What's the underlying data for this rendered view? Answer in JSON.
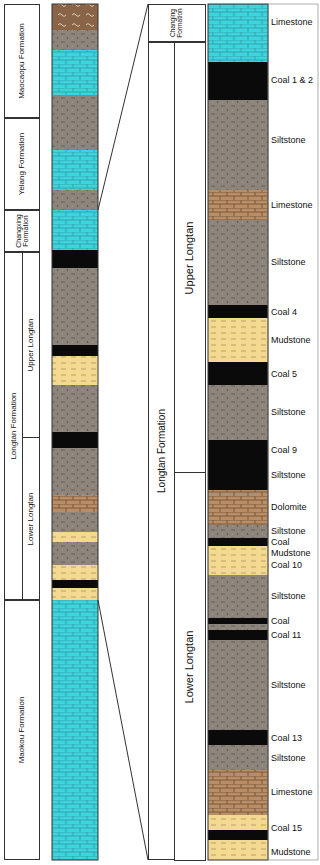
{
  "diagram": {
    "nodes": [
      {
        "text": [
          "Maocaopu Formation"
        ]
      },
      {
        "text": [
          "Yelang Formation"
        ]
      },
      {
        "text": [
          "Changxing Formation"
        ]
      },
      {
        "text": [
          "Longtan Formation"
        ]
      },
      {
        "text": [
          "Upper Longtan"
        ],
        "in": 3
      },
      {
        "text": [
          "Lower Longtan"
        ],
        "in": 3
      },
      {
        "text": [
          "Maokou Formation"
        ]
      },
      {
        "text": [
          "Changing Formation"
        ]
      },
      {
        "text": [
          "Longtan Formation"
        ]
      },
      {
        "text": [
          "Upper Longtan"
        ],
        "in": 8
      },
      {
        "text": [
          "Lower Longtan"
        ],
        "in": 8
      }
    ],
    "labels": [
      "Limestone",
      "Coal 1 & 2",
      "Siltstone",
      "Limestone",
      "Siltstone",
      "Coal 4",
      "Mudstone",
      "Coal 5",
      "Siltstone",
      "Coal 9",
      "Siltstone",
      "Dolomite",
      "Siltstone",
      "Coal",
      "Mudstone",
      "Coal 10",
      "Siltstone",
      "Coal",
      "Coal 11",
      "Siltstone",
      "Coal 13",
      "Siltstone",
      "Limestone",
      "Coal 15",
      "Mudstone"
    ]
  }
}
